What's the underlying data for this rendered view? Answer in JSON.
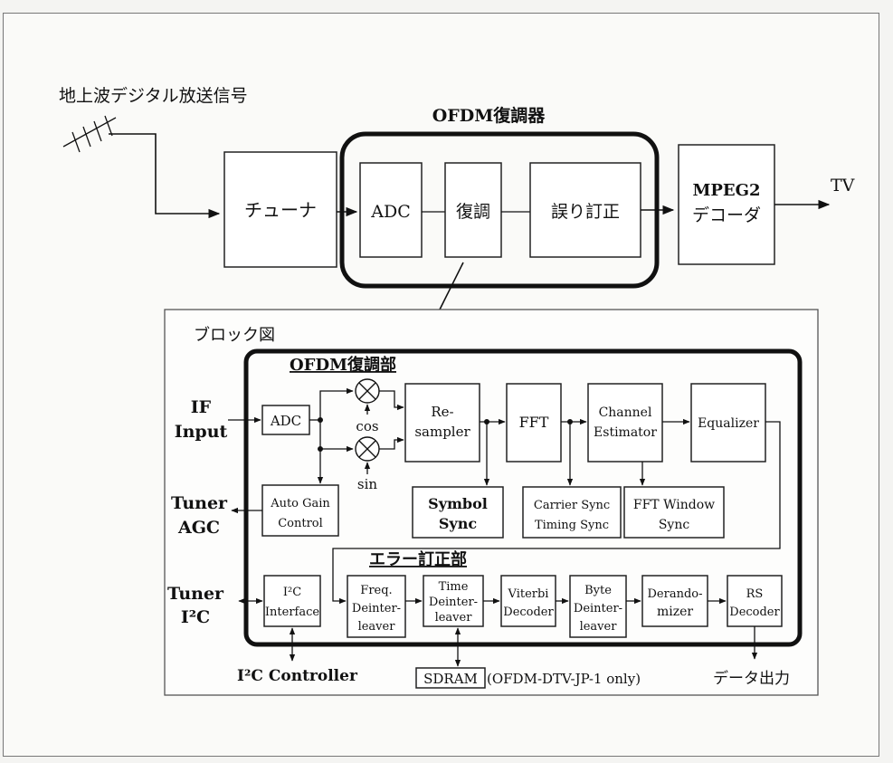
{
  "top_diagram": {
    "broadcast_label": "地上波デジタル放送信号",
    "demodulator_title": "OFDM復調器",
    "tuner": "チューナ",
    "adc": "ADC",
    "demod": "復調",
    "error_correction": "誤り訂正",
    "mpeg2_line1": "MPEG2",
    "mpeg2_line2": "デコーダ",
    "tv": "TV"
  },
  "block_diagram": {
    "title": "ブロック図",
    "ofdm_section": "OFDM復調部",
    "error_section": "エラー訂正部",
    "if_input_1": "IF",
    "if_input_2": "Input",
    "adc": "ADC",
    "cos": "cos",
    "sin": "sin",
    "resampler_1": "Re-",
    "resampler_2": "sampler",
    "fft": "FFT",
    "channel_est_1": "Channel",
    "channel_est_2": "Estimator",
    "equalizer": "Equalizer",
    "symbol_sync_1": "Symbol",
    "symbol_sync_2": "Sync",
    "carrier_sync_1": "Carrier Sync",
    "carrier_sync_2": "Timing Sync",
    "fft_window_1": "FFT Window",
    "fft_window_2": "Sync",
    "tuner_agc_1": "Tuner",
    "tuner_agc_2": "AGC",
    "agc_1": "Auto Gain",
    "agc_2": "Control",
    "tuner_i2c_1": "Tuner",
    "tuner_i2c_2": "I²C",
    "i2c_if_1": "I²C",
    "i2c_if_2": "Interface",
    "freq_1": "Freq.",
    "freq_2": "Deinter-",
    "freq_3": "leaver",
    "time_1": "Time",
    "time_2": "Deinter-",
    "time_3": "leaver",
    "viterbi_1": "Viterbi",
    "viterbi_2": "Decoder",
    "byte_1": "Byte",
    "byte_2": "Deinter-",
    "byte_3": "leaver",
    "derand_1": "Derando-",
    "derand_2": "mizer",
    "rs_1": "RS",
    "rs_2": "Decoder",
    "i2c_controller": "I²C Controller",
    "sdram": "SDRAM",
    "sdram_note": "(OFDM-DTV-JP-1 only)",
    "data_out": "データ出力"
  }
}
